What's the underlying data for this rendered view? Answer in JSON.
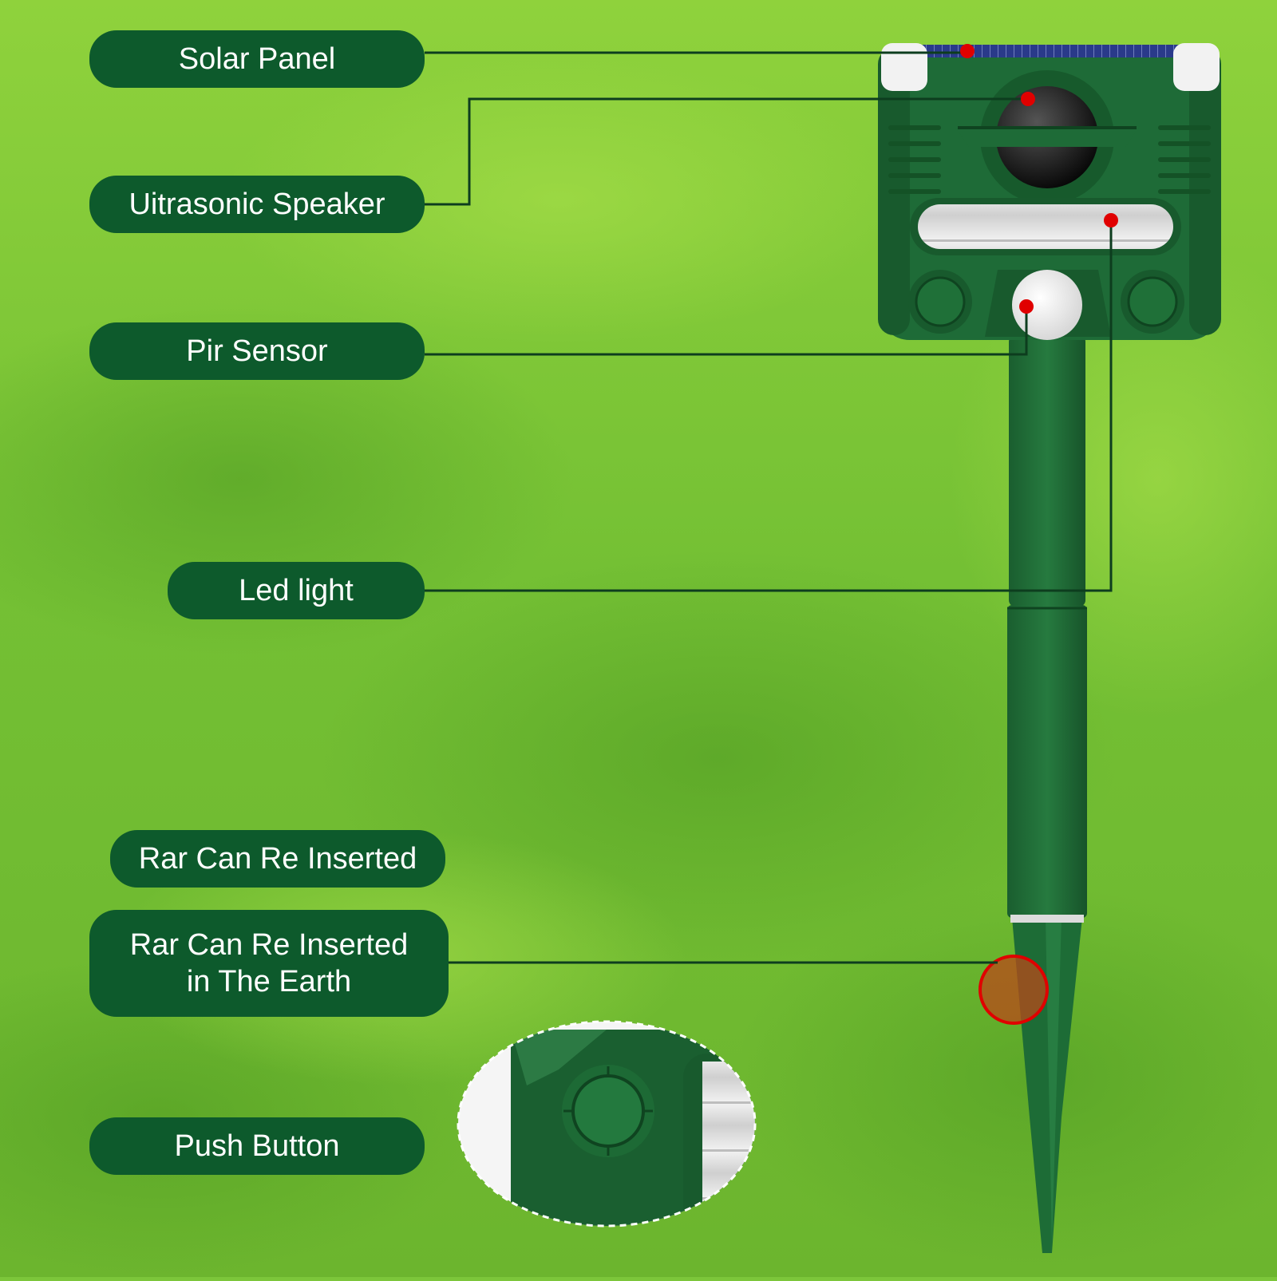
{
  "labels": {
    "solar_panel": "Solar Panel",
    "ultrasonic_speaker": "Uitrasonic Speaker",
    "pir_sensor": "Pir Sensor",
    "led_light": "Led light",
    "rar_inserted": "Rar Can Re Inserted",
    "rar_earth_line1": "Rar Can Re Inserted",
    "rar_earth_line2": "in The Earth",
    "push_button": "Push Button"
  },
  "colors": {
    "label_bg": "#0d5a2c",
    "device_green": "#1e6b37",
    "marker_red": "#e00000",
    "grass": "#7cc63a"
  },
  "icons": {
    "knob": "dial-knob-icon",
    "marker": "red-dot-marker-icon"
  }
}
